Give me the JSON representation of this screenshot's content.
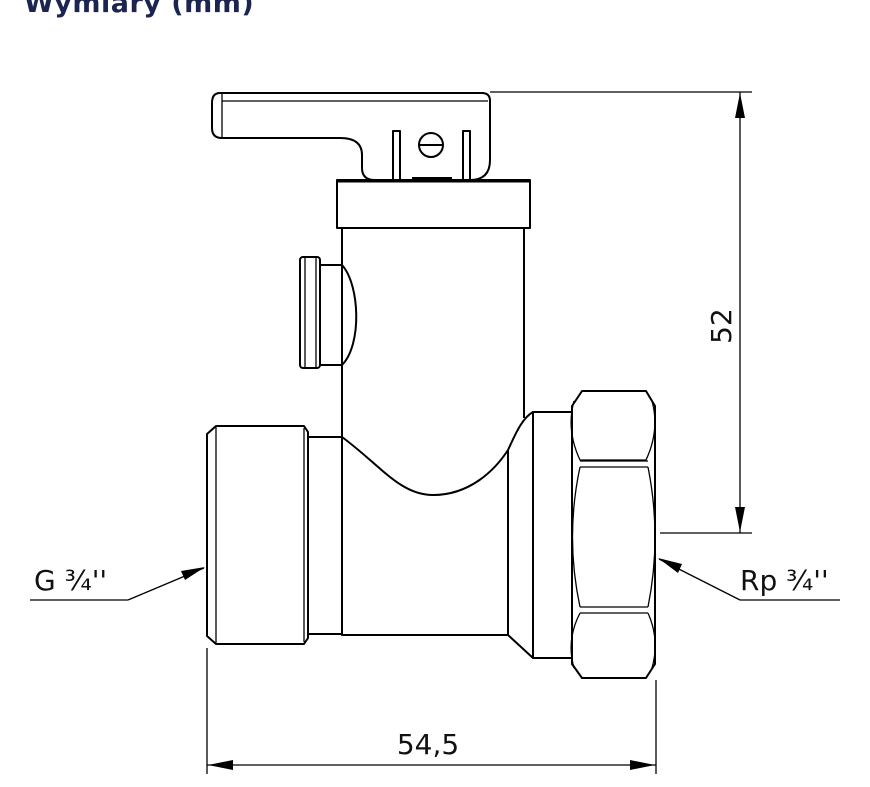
{
  "title": "Wymiary (mm)",
  "dimensions": {
    "height": "52",
    "width": "54,5"
  },
  "labels": {
    "inlet_thread": "G ¾''",
    "outlet_thread": "Rp ¾''"
  }
}
